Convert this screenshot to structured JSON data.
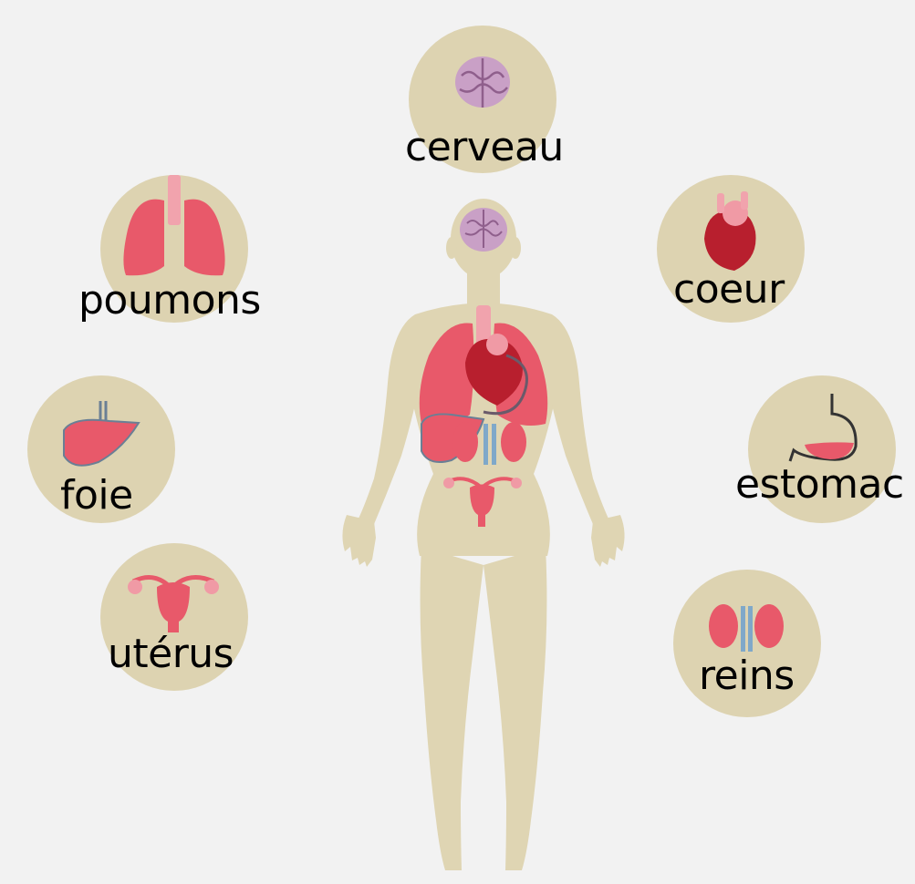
{
  "colors": {
    "background": "#f2f2f2",
    "badge": "#ddd3b1",
    "body_silhouette": "#dfd5b3",
    "organ_red": "#e8596a",
    "heart_red": "#b81f2e",
    "brain_pink": "#c9a0c6",
    "vessel_blue": "#7fa8c9"
  },
  "organs": {
    "brain": {
      "label": "cerveau",
      "icon": "brain-icon"
    },
    "lungs": {
      "label": "poumons",
      "icon": "lungs-icon"
    },
    "heart": {
      "label": "coeur",
      "icon": "heart-icon"
    },
    "liver": {
      "label": "foie",
      "icon": "liver-icon"
    },
    "stomach": {
      "label": "estomac",
      "icon": "stomach-icon"
    },
    "uterus": {
      "label": "utérus",
      "icon": "uterus-icon"
    },
    "kidneys": {
      "label": "reins",
      "icon": "kidneys-icon"
    }
  }
}
